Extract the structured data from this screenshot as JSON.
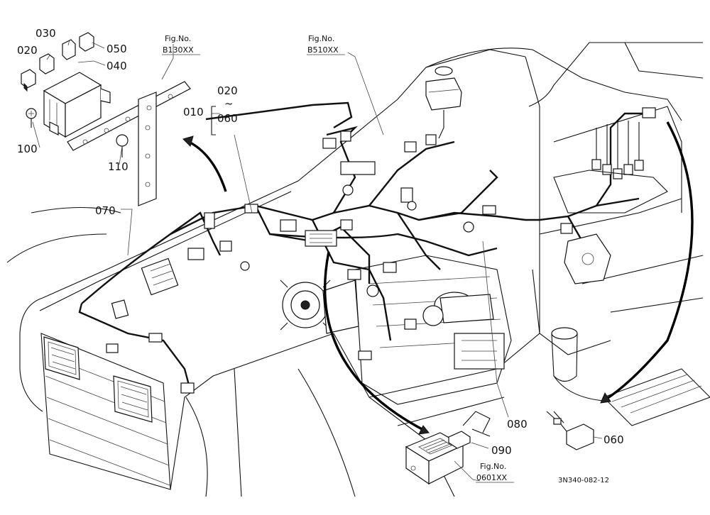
{
  "part_labels": {
    "p010": "010",
    "p020a": "020",
    "p020b": "020",
    "tilde": "~",
    "p030": "030",
    "p040": "040",
    "p050": "050",
    "p060a": "060",
    "p060b": "060",
    "p070": "070",
    "p080": "080",
    "p090": "090",
    "p100": "100",
    "p110": "110"
  },
  "fig_refs": {
    "b130": {
      "caption": "Fig.No.",
      "number": "B130XX"
    },
    "b510": {
      "caption": "Fig.No.",
      "number": "B510XX"
    },
    "f0601": {
      "caption": "Fig.No.",
      "number": "0601XX"
    }
  },
  "drawing_code": "3N340-082-12",
  "colors": {
    "line": "#111111",
    "background": "#ffffff"
  }
}
